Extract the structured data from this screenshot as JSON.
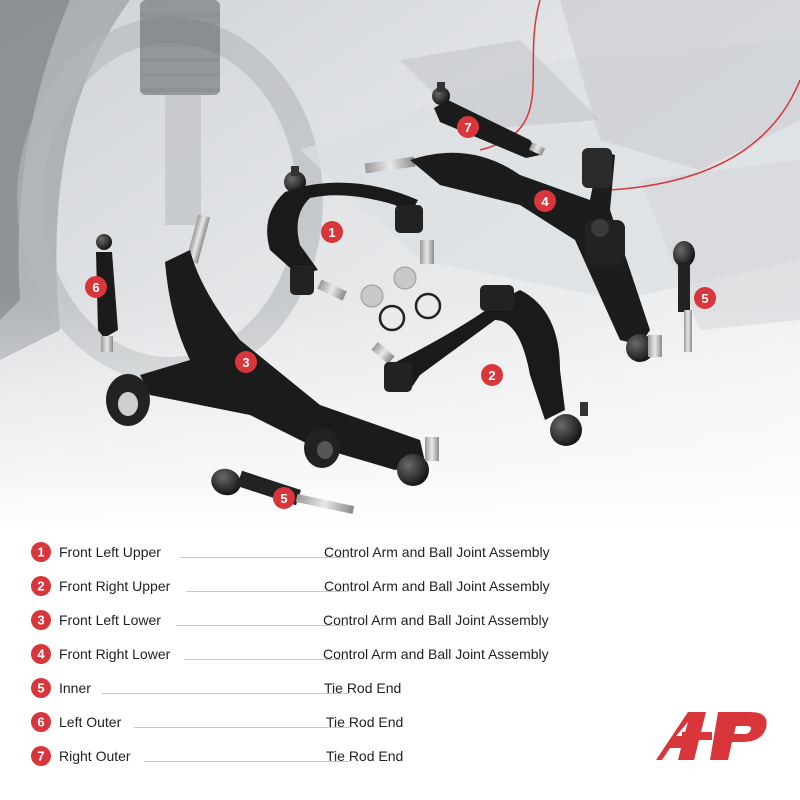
{
  "accent_color": "#d8363a",
  "parts": [
    {
      "num": "1",
      "name": "Front Left Upper",
      "desc": "Control Arm and Ball Joint Assembly"
    },
    {
      "num": "2",
      "name": "Front Right Upper",
      "desc": "Control Arm and Ball Joint Assembly"
    },
    {
      "num": "3",
      "name": "Front Left Lower",
      "desc": "Control Arm and Ball Joint Assembly"
    },
    {
      "num": "4",
      "name": "Front Right Lower",
      "desc": "Control Arm and Ball Joint Assembly"
    },
    {
      "num": "5",
      "name": "Inner",
      "desc": "Tie Rod End"
    },
    {
      "num": "6",
      "name": "Left Outer",
      "desc": "Tie Rod End"
    },
    {
      "num": "7",
      "name": "Right Outer",
      "desc": "Tie Rod End"
    }
  ],
  "callouts": [
    "1",
    "2",
    "3",
    "4",
    "5",
    "5",
    "6",
    "7"
  ],
  "logo_icon": "brand-logo-icon"
}
